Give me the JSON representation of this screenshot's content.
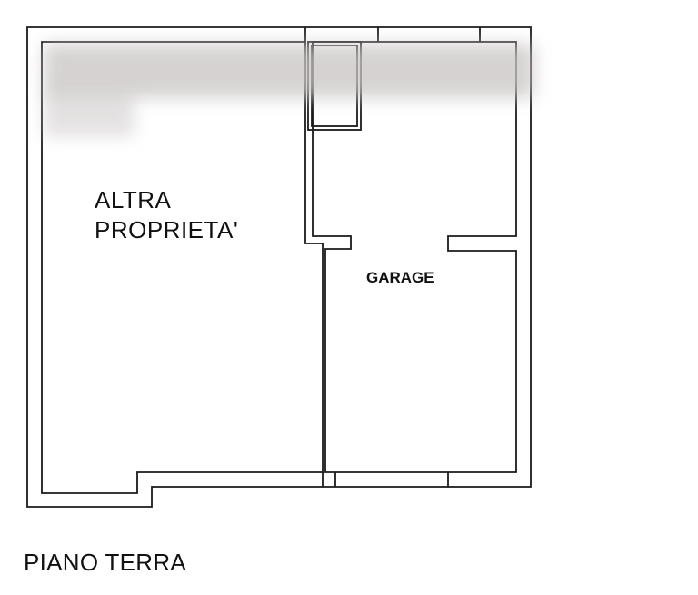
{
  "rooms": {
    "other_property": {
      "line1": "ALTRA",
      "line2": "PROPRIETA'"
    },
    "garage": {
      "label": "GARAGE"
    }
  },
  "floor_label": "PIANO TERRA",
  "colors": {
    "wall": "#1a1a1a",
    "background": "#ffffff",
    "redacted": "#c9c4c4"
  }
}
